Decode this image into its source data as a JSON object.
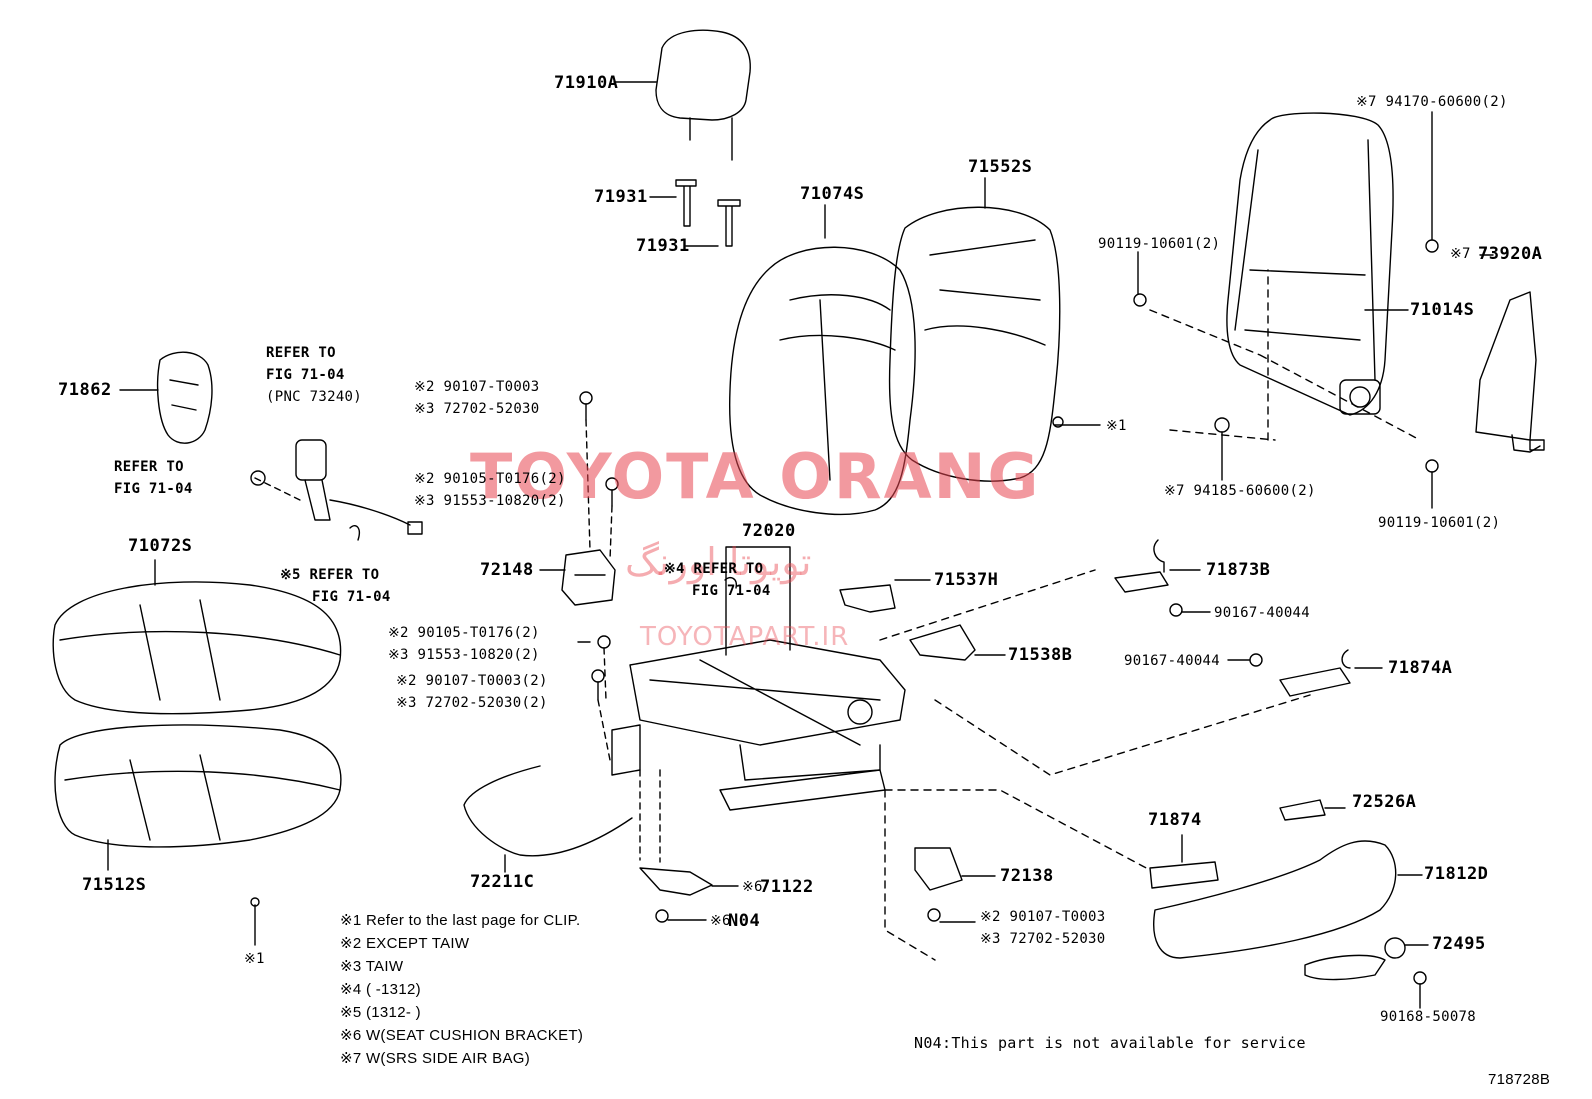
{
  "watermark": {
    "brand": "TOYOTA ORANG",
    "persian": "تویوتا اورنگ",
    "site": "TOYOTAPART.IR"
  },
  "diagram_code": "718728B",
  "parts": {
    "p71910A": "71910A",
    "p71931a": "71931",
    "p71931b": "71931",
    "p71074S": "71074S",
    "p71552S": "71552S",
    "p71862": "71862",
    "p71072S": "71072S",
    "p71512S": "71512S",
    "p72148": "72148",
    "p72020": "72020",
    "p71537H": "71537H",
    "p71538B": "71538B",
    "p72211C": "72211C",
    "p71122": "71122",
    "pN04": "N04",
    "p72138": "72138",
    "p71873B": "71873B",
    "p71874A": "71874A",
    "p71874": "71874",
    "p72526A": "72526A",
    "p71812D": "71812D",
    "p72495": "72495",
    "p71014S": "71014S",
    "p73920A": "73920A"
  },
  "callouts": {
    "refer_top_1": "REFER TO",
    "refer_top_2": "FIG 71-04",
    "refer_top_3": "(PNC 73240)",
    "refer_left_1": "REFER TO",
    "refer_left_2": "FIG 71-04",
    "refer_5_1": "※5 REFER TO",
    "refer_5_2": "FIG 71-04",
    "refer_4_1": "※4 REFER TO",
    "refer_4_2": "FIG 71-04",
    "c1": "※2 90107-T0003",
    "c2": "※3 72702-52030",
    "c3": "※2 90105-T0176(2)",
    "c4": "※3 91553-10820(2)",
    "c5": "※2 90105-T0176(2)",
    "c6": "※3 91553-10820(2)",
    "c7": "※2 90107-T0003(2)",
    "c8": "※3 72702-52030(2)",
    "c9": "※2 90107-T0003",
    "c10": "※3 72702-52030",
    "c11": "※7 94170-60600(2)",
    "c12": "90119-10601(2)",
    "c13": "※7",
    "c14": "※7 94185-60600(2)",
    "c15": "90119-10601(2)",
    "c16": "90167-40044",
    "c17": "90167-40044",
    "c18": "90168-50078",
    "c19": "※6",
    "c20": "※6",
    "clip1": "※1",
    "clip2": "※1"
  },
  "notes": [
    "※1 Refer to the last page for CLIP.",
    "※2 EXCEPT TAIW",
    "※3 TAIW",
    "※4 (      -1312)",
    "※5 (1312-      )",
    "※6 W(SEAT CUSHION BRACKET)",
    "※7 W(SRS SIDE AIR BAG)"
  ],
  "service_note": "N04:This part is not available for service"
}
